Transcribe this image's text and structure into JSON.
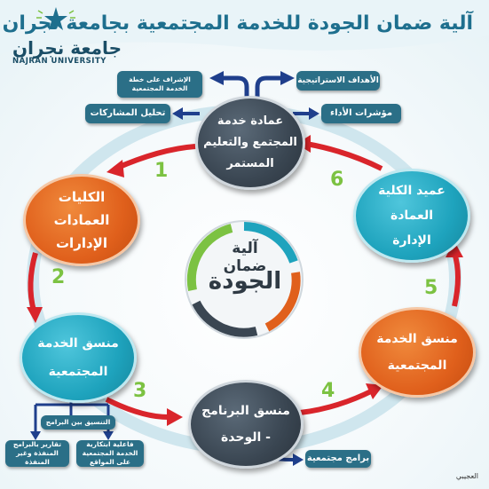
{
  "title": "آلية ضمان الجودة للخدمة المجتمعية بجامعة نجران",
  "university": {
    "ar": "جامعة نجران",
    "en": "NAJRAN UNIVERSITY"
  },
  "center": {
    "line1": "آلية ضمان",
    "line2": "الجودة"
  },
  "nodes": {
    "deanship": {
      "line1": "عمادة خدمة",
      "line2": "المجتمع والتعليم",
      "line3": "المستمر"
    },
    "colleges": {
      "line1": "الكليات",
      "line2": "العمادات",
      "line3": "الإدارات"
    },
    "coordinator_left": {
      "line1": "منسق الخدمة",
      "line2": "المجتمعية"
    },
    "program_coordinator": {
      "line1": "منسق البرنامج",
      "line2": "- الوحدة"
    },
    "coordinator_right": {
      "line1": "منسق الخدمة",
      "line2": "المجتمعية"
    },
    "dean": {
      "line1": "عميد الكلية",
      "line2": "العمادة",
      "line3": "الإدارة"
    }
  },
  "boxes": {
    "supervise": "الإشراف على خطة الخدمة المجتمعية",
    "strategic": "الأهداف الاستراتيجية",
    "analysis": "تحليل المشاركات",
    "kpi": "مؤشرات الأداء",
    "coordination": "التنسيق بين البرامج",
    "reports": "تقارير بالبرامج المنفذة وغير المنفذة",
    "effectiveness": "فاعلية ابتكارية الخدمة المجتمعية على المواقع",
    "programs": "برامج مجتمعية"
  },
  "steps": [
    "1",
    "2",
    "3",
    "4",
    "5",
    "6"
  ],
  "signature": "العجيبي",
  "colors": {
    "dark": "#3a4652",
    "orange": "#e0601c",
    "teal": "#1ea3bd",
    "box": "#2b6f87",
    "arrow_red": "#d9252b",
    "arrow_blue": "#1f3f8c",
    "number": "#7cc242",
    "title": "#1e6f8e"
  }
}
